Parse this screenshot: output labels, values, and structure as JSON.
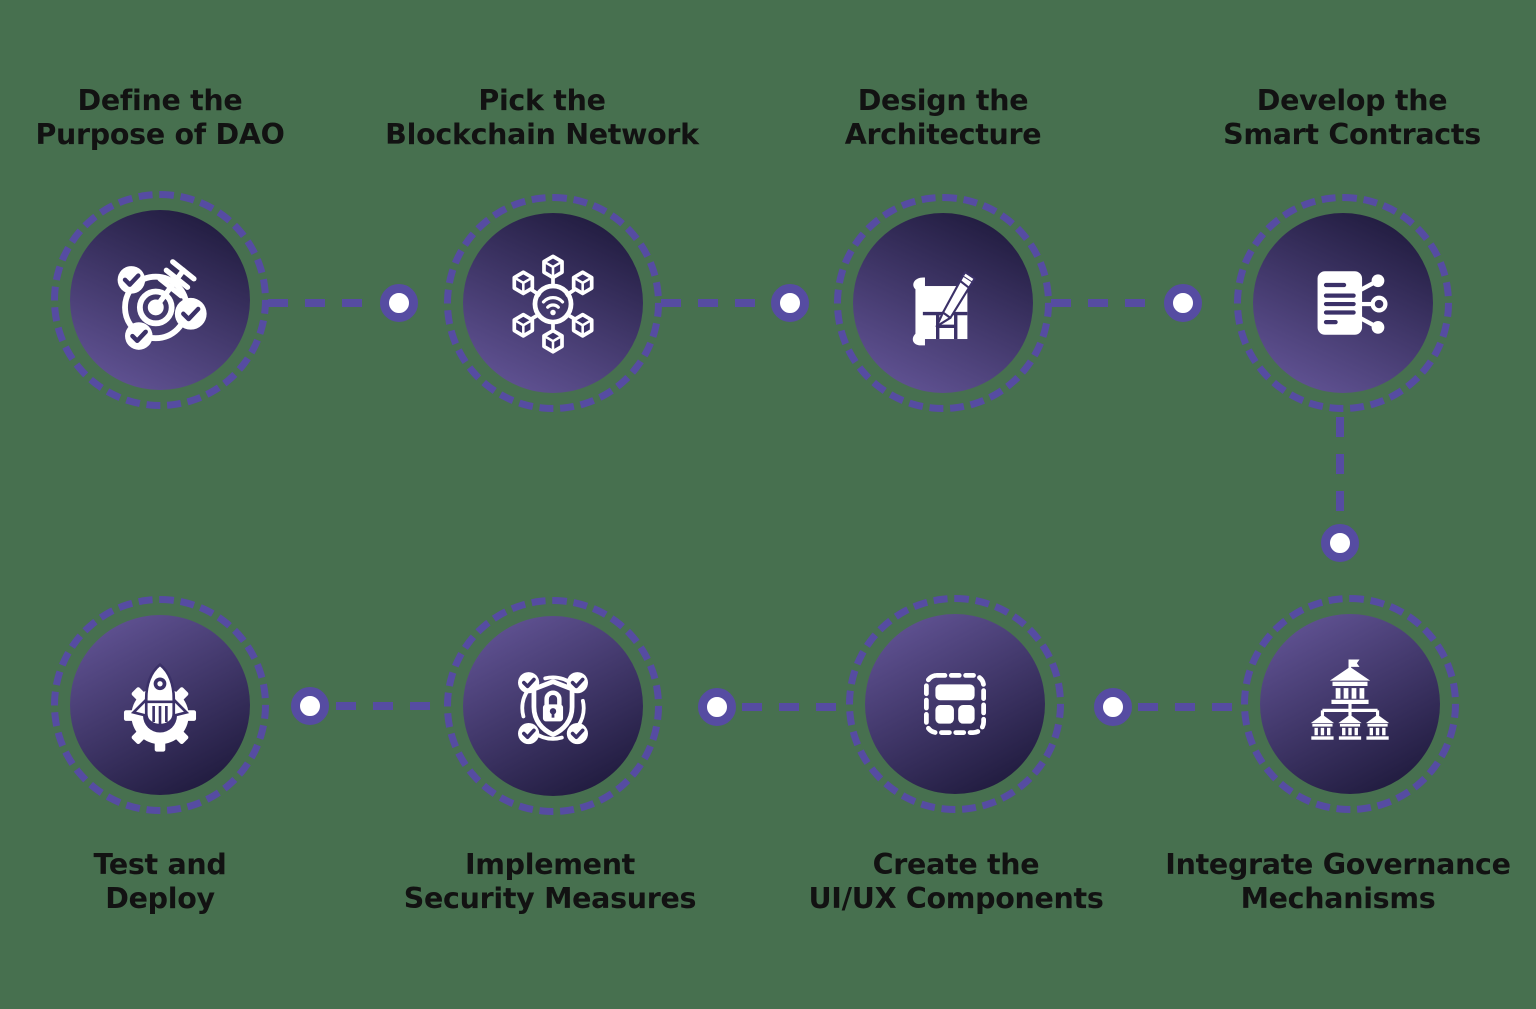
{
  "colors": {
    "background": "#47704F",
    "purple": "#564CA2",
    "grad_dark": "#201B3E",
    "grad_light": "#67589C",
    "icon_white": "#FFFFFF",
    "icon_inner_purple": "#3B3168",
    "text": "#121212"
  },
  "steps": [
    {
      "id": 1,
      "title_line1": "Define the",
      "title_line2": "Purpose of DAO",
      "icon": "target-arrow-icon"
    },
    {
      "id": 2,
      "title_line1": "Pick the",
      "title_line2": "Blockchain Network",
      "icon": "blockchain-network-icon"
    },
    {
      "id": 3,
      "title_line1": "Design the",
      "title_line2": "Architecture",
      "icon": "blueprint-pencil-icon"
    },
    {
      "id": 4,
      "title_line1": "Develop the",
      "title_line2": "Smart Contracts",
      "icon": "smart-contract-document-icon"
    },
    {
      "id": 5,
      "title_line1": "Integrate Governance",
      "title_line2": "Mechanisms",
      "icon": "governance-buildings-icon"
    },
    {
      "id": 6,
      "title_line1": "Create the",
      "title_line2": "UI/UX Components",
      "icon": "uiux-layout-icon"
    },
    {
      "id": 7,
      "title_line1": "Implement",
      "title_line2": "Security Measures",
      "icon": "security-shield-lock-icon"
    },
    {
      "id": 8,
      "title_line1": "Test and",
      "title_line2": "Deploy",
      "icon": "rocket-gear-icon"
    }
  ]
}
